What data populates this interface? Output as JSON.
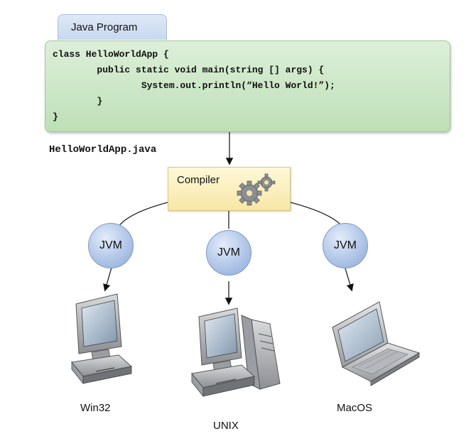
{
  "tab_label": "Java Program",
  "code_lines": [
    "class HelloWorldApp {",
    "        public static void main(string [] args) {",
    "                System.out.println(“Hello World!”);",
    "        }",
    "}"
  ],
  "filename": "HelloWorldApp.java",
  "compiler_label": "Compiler",
  "jvm_label": "JVM",
  "platforms": [
    "Win32",
    "UNIX",
    "MacOS"
  ],
  "icons": [
    "gears-icon",
    "desktop-computer-icon",
    "tower-computer-icon",
    "laptop-icon"
  ],
  "colors": {
    "code_bg": "#c9e6c3",
    "compiler_bg": "#f9ecb4",
    "jvm_bg": "#b5c9ea",
    "tab_bg": "#d5e2f4"
  }
}
